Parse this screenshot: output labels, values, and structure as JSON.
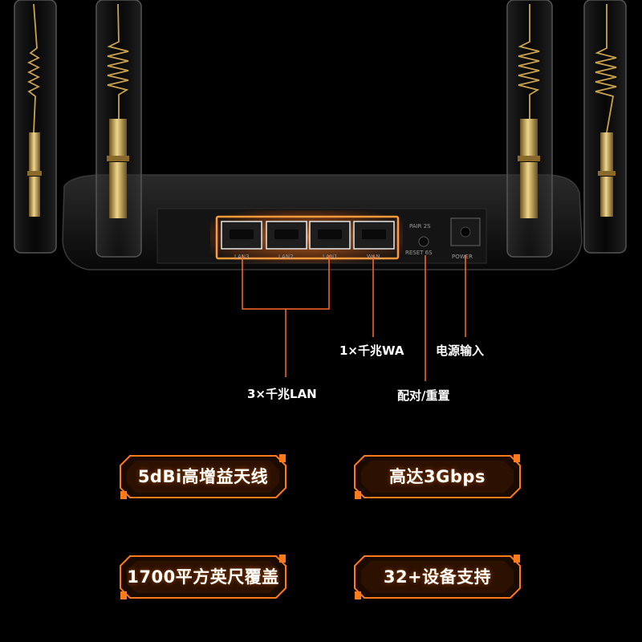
{
  "ports": {
    "lan3": "LAN3",
    "lan2": "LAN2",
    "lan1": "LAN1",
    "wan": "WAN",
    "pair": "PAIR  2S",
    "reset": "RESET  6S",
    "power": "POWER"
  },
  "callouts": {
    "lan": "3×千兆LAN",
    "wan": "1×千兆WA",
    "pair_reset": "配对/重置",
    "power": "电源输入"
  },
  "features": [
    {
      "label": "5dBi高增益天线"
    },
    {
      "label": "高达3Gbps"
    },
    {
      "label": "1700平方英尺覆盖"
    },
    {
      "label": "32+设备支持"
    }
  ],
  "colors": {
    "accent": "#ff7a1a",
    "background": "#000000",
    "antenna_gold": "#c9a24a"
  }
}
